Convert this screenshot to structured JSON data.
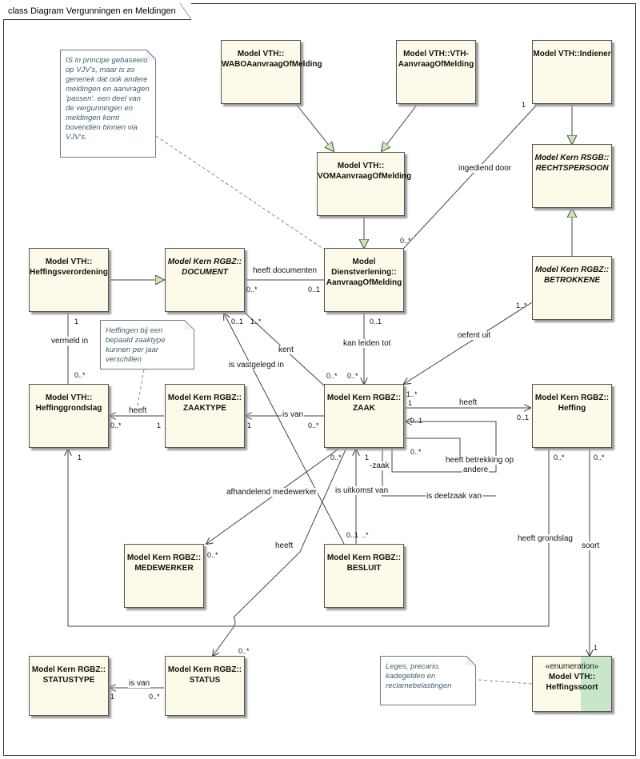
{
  "frame_title": "class Diagram Vergunningen en Meldingen",
  "classes": {
    "wabo": {
      "pre": "Model VTH::",
      "name": "WABOAanvraagOfMelding"
    },
    "vthvth": {
      "pre": "Model VTH::VTH-",
      "name": "AanvraagOfMelding"
    },
    "indiener": {
      "pre": "Model VTH::Indiener",
      "name": ""
    },
    "voma": {
      "pre": "Model VTH::",
      "name": "VOMAanvraagOfMelding"
    },
    "rechtspersoon": {
      "pre": "Model Kern RSGB::",
      "name": "RECHTSPERSOON"
    },
    "heffingsverordening": {
      "pre": "Model VTH::",
      "name": "Heffingsverordening"
    },
    "document": {
      "pre": "Model Kern RGBZ::",
      "name": "DOCUMENT"
    },
    "dienst": {
      "pre": "Model",
      "name": "Dienstverlening::",
      "name2": "AanvraagOfMelding"
    },
    "betrokkene": {
      "pre": "Model Kern RGBZ::",
      "name": "BETROKKENE"
    },
    "heffinggrondslag": {
      "pre": "Model VTH::",
      "name": "Heffinggrondslag"
    },
    "zaaktype": {
      "pre": "Model Kern RGBZ::",
      "name": "ZAAKTYPE"
    },
    "zaak": {
      "pre": "Model Kern RGBZ::",
      "name": "ZAAK"
    },
    "heffing": {
      "pre": "Model Kern RGBZ::",
      "name": "Heffing"
    },
    "medewerker": {
      "pre": "Model Kern RGBZ::",
      "name": "MEDEWERKER"
    },
    "besluit": {
      "pre": "Model Kern RGBZ::",
      "name": "BESLUIT"
    },
    "statustype": {
      "pre": "Model Kern RGBZ::",
      "name": "STATUSTYPE"
    },
    "status": {
      "pre": "Model Kern RGBZ::",
      "name": "STATUS"
    },
    "heffingssoort": {
      "stereo": "«enumeration»",
      "pre": "Model VTH::",
      "name": "Heffingssoort"
    }
  },
  "notes": {
    "is_note": "IS in principe gebaseerd op VJV's, maar is zo generiek dat ook andere meldingen en aanvragen 'passen'. een deel van de vergunningen en meldingen komt bovendien binnen via VJV's.",
    "heffingen_note": "Heffingen bij een bepaald zaaktype kunnen per jaar verschillen",
    "leges_note": "Leges, precario, kadegelden en reclamebelastingen"
  },
  "labels": {
    "ingediend_door": "ingediend door",
    "heeft_documenten": "heeft documenten",
    "kent": "kent",
    "kan_leiden_tot": "kan leiden tot",
    "oefent_uit": "oefent uit",
    "vermeld_in": "vermeld in",
    "is_vastgelegd_in": "is vastgelegd in",
    "heeft_zaaktype": "heeft",
    "is_van_zaak": "is van",
    "heeft_heffing": "heeft",
    "heeft_betrekking_op": "heeft betrekking op",
    "andere": "andere",
    "zaak_role": "-zaak",
    "is_deelzaak_van": "is deelzaak van",
    "is_uitkomst_van": "is uitkomst van",
    "afhandelend_medewerker": "afhandelend medewerker",
    "heeft_status": "heeft",
    "heeft_grondslag": "heeft grondslag",
    "soort": "soort",
    "is_van_status": "is van"
  },
  "multiplicities": {
    "m_indiener_1": "1",
    "m_dienst_0n_top": "0..*",
    "m_doc_0n": "0..*",
    "m_dienst_01": "0..1",
    "m_doc_01": "0..1",
    "m_doc_1n": "1..*",
    "m_betr_1n": "1..*",
    "m_hv_1": "1",
    "m_hg_0n": "0..*",
    "m_dienst_01b": "0..1",
    "m_zaak_0n_top": "0..*",
    "m_zaak_1n": "1..*",
    "m_zaak_1": "1",
    "m_heff_01": "0..1",
    "m_hg_0n_b": "0..*",
    "m_zt_1": "1",
    "m_zt_1b": "1",
    "m_zaak_0n_left": "0..*",
    "m_zaak_01_self": "0..1",
    "m_zaak_0n_self": "0..*",
    "m_zaak_0n_bl": "0..*",
    "m_zaak_1_b": "1",
    "m_hg_1": "1",
    "m_heff_0n_a": "0..*",
    "m_heff_0n_b": "0..*",
    "m_mw_0n": "0..*",
    "m_bs_01": "0..1",
    "m_bs_0n": "..*",
    "m_st_0n": "0..*",
    "m_sst_1": "1",
    "m_st_0n_b": "0..*",
    "m_hs_1": "1"
  }
}
